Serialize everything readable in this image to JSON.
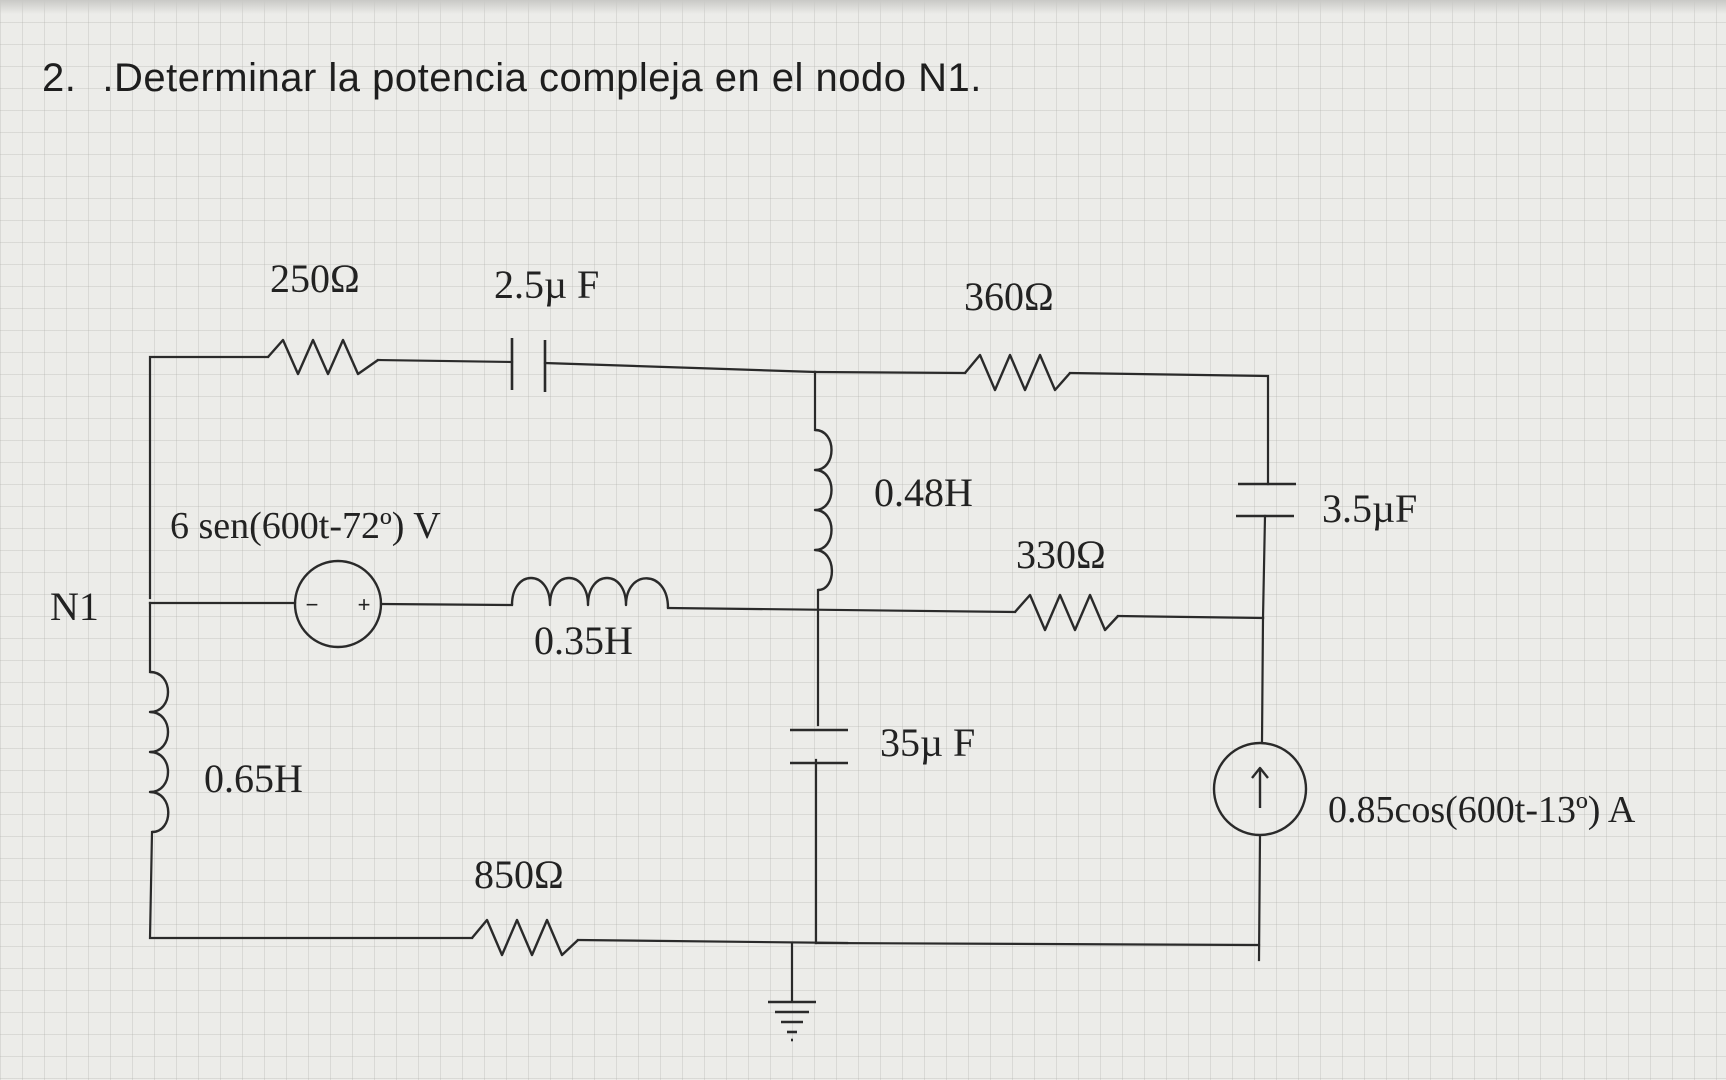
{
  "question": {
    "number": "2.",
    "text": ".Determinar la potencia compleja en el nodo N1."
  },
  "node_label": "N1",
  "components": {
    "r_250": "250Ω",
    "c_2_5": "2.5µ F",
    "r_360": "360Ω",
    "l_048": "0.48H",
    "c_3_5": "3.5µF",
    "r_330": "330Ω",
    "v_source": "6 sen(600t-72º) V",
    "l_035": "0.35H",
    "c_35": "35µ F",
    "l_065": "0.65H",
    "r_850": "850Ω",
    "i_source": "0.85cos(600t-13º) A"
  },
  "source_signs": {
    "minus": "−",
    "plus": "+",
    "arrow": "↑"
  },
  "colors": {
    "ink": "#2a2a2a",
    "paper": "#ecece9"
  }
}
